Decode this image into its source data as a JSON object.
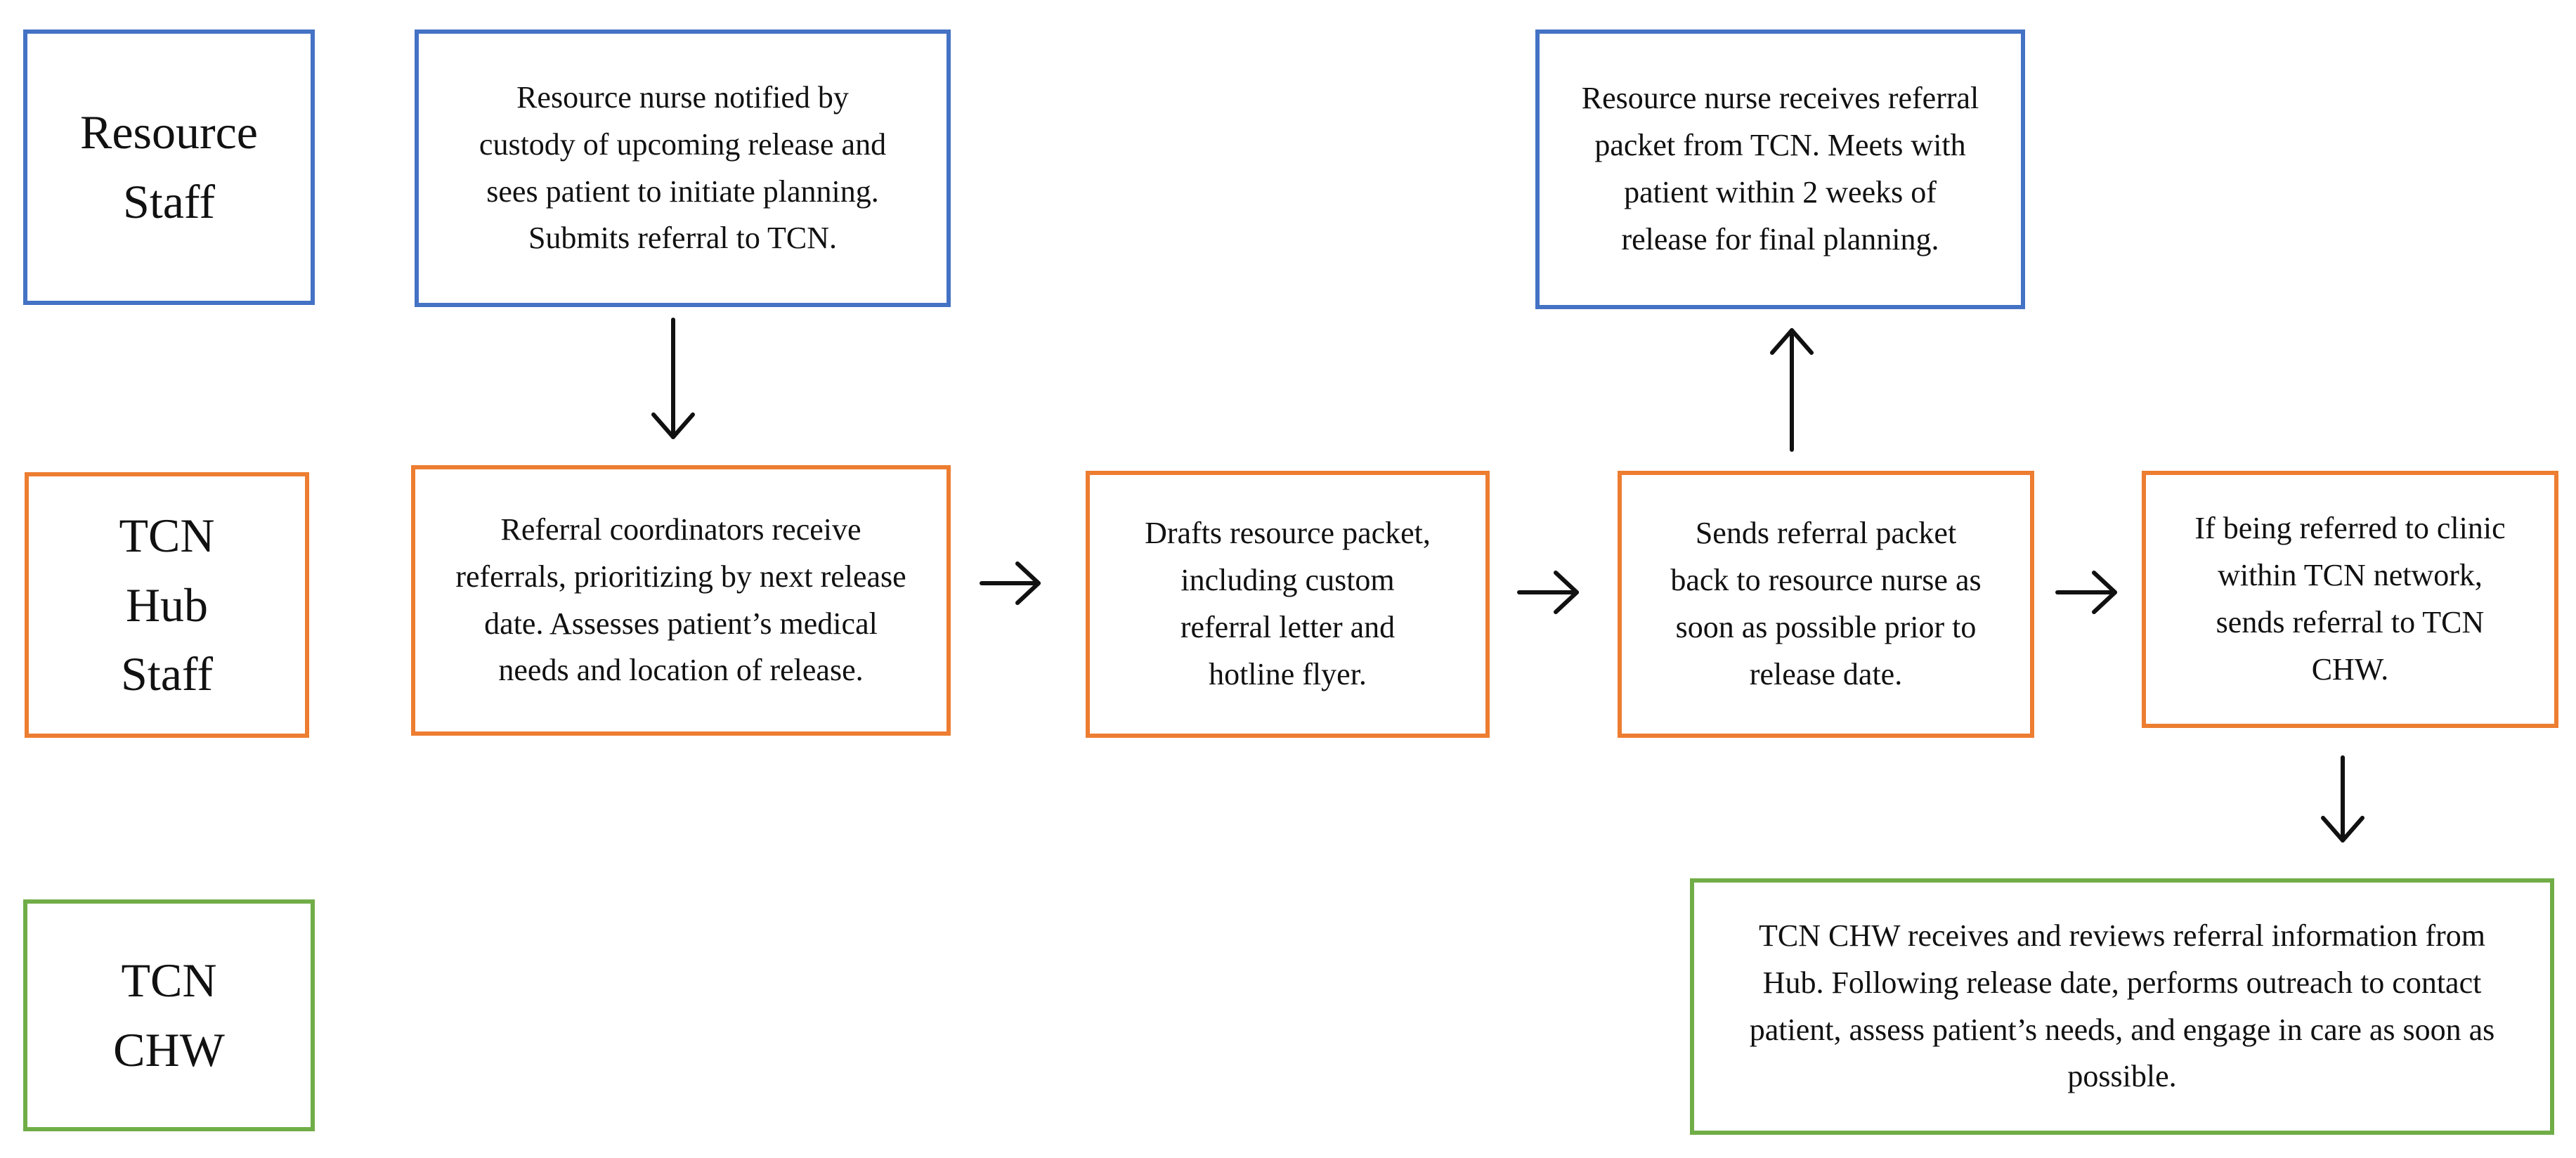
{
  "lanes": [
    {
      "lines": [
        "Resource",
        "Staff"
      ],
      "color": "#4472C4"
    },
    {
      "lines": [
        "TCN",
        "Hub",
        "Staff"
      ],
      "color": "#ED7D31"
    },
    {
      "lines": [
        "TCN",
        "CHW"
      ],
      "color": "#70AD47"
    }
  ],
  "steps": {
    "resource_notified": "Resource nurse notified by custody of upcoming release and sees patient to initiate planning. Submits referral to TCN.",
    "resource_receives": "Resource nurse receives referral packet from TCN. Meets with patient within 2 weeks of release for final planning.",
    "hub_receive": "Referral coordinators receive referrals, prioritizing by next release date. Assesses patient’s medical needs and location of release.",
    "hub_drafts": "Drafts resource packet, including custom referral letter and hotline flyer.",
    "hub_sends": "Sends referral packet back to resource nurse as soon as possible prior to release date.",
    "hub_refer": "If being referred to clinic within TCN network, sends referral to TCN CHW.",
    "chw_receives": "TCN CHW receives and reviews referral information from Hub. Following release date, performs outreach to contact patient, assess patient’s needs, and engage in care as soon as possible."
  }
}
